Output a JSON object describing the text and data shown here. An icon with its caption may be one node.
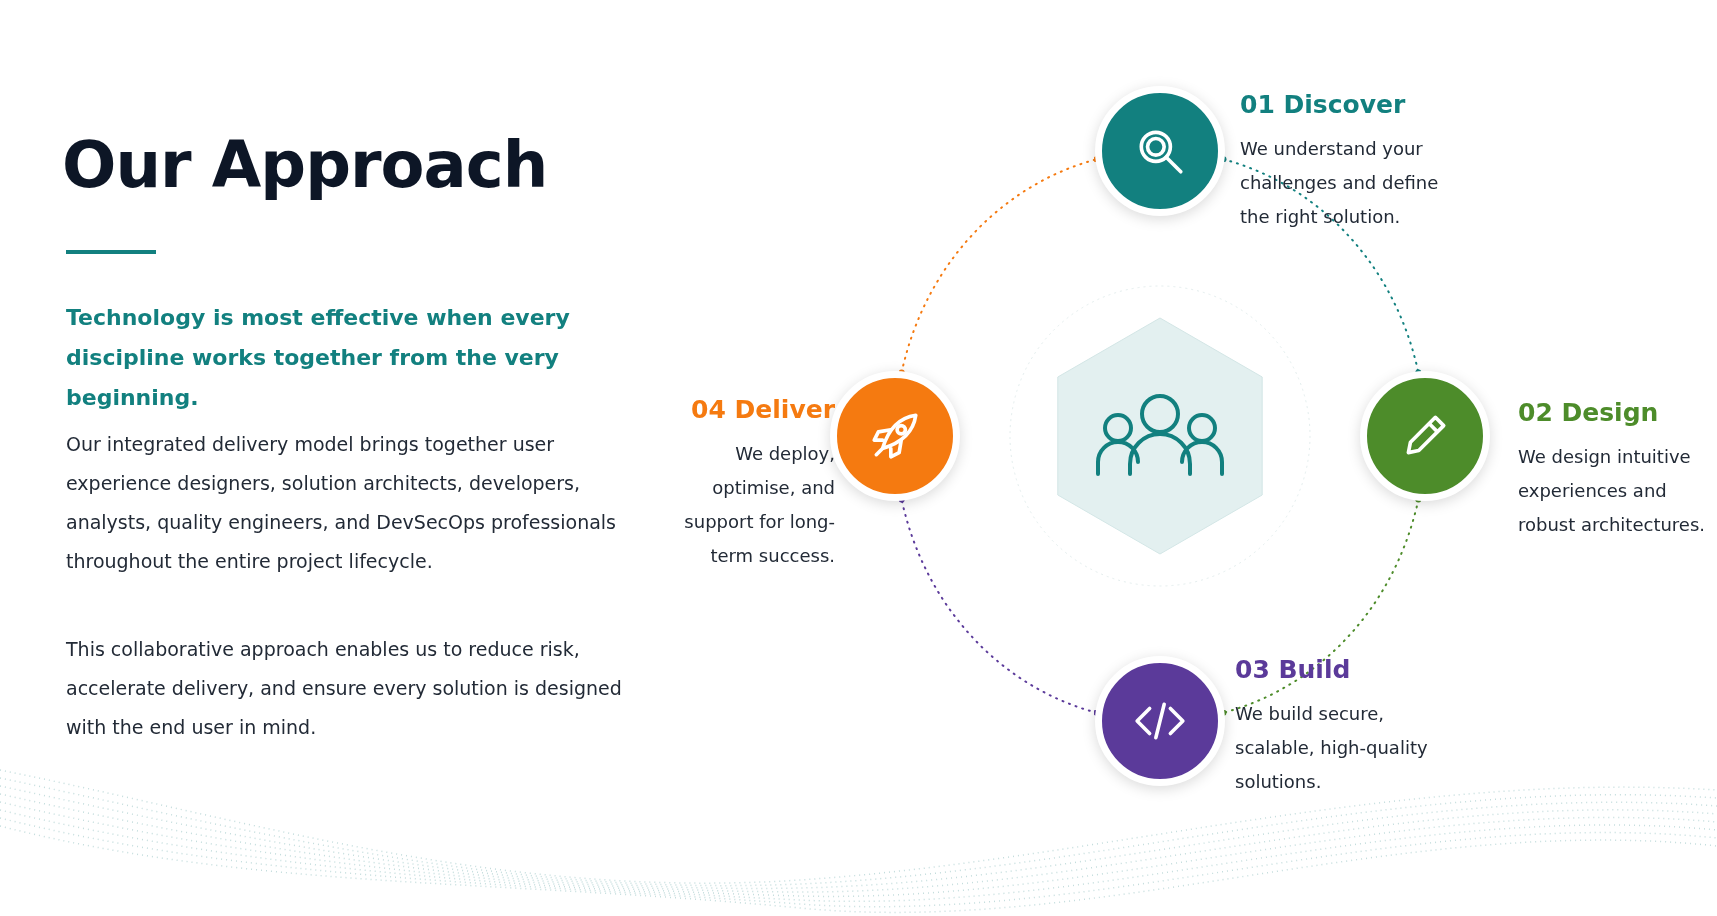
{
  "diagram": {
    "title": "Our Approach",
    "nodes": [
      {
        "text": [],
        "shape": "circle",
        "beside": [
          "01 Discover",
          "We understand your challenges and define the right solution."
        ]
      },
      {
        "text": [],
        "shape": "circle",
        "beside": [
          "02 Design",
          "We design intuitive experiences and robust architectures."
        ]
      },
      {
        "text": [],
        "shape": "circle",
        "beside": [
          "03 Build",
          "We build secure, scalable, high-quality solutions."
        ]
      },
      {
        "text": [],
        "shape": "circle",
        "beside": [
          "04 Deliver",
          "We deploy, optimise, and support for long-term success."
        ]
      }
    ],
    "edges": [
      {
        "from": 0,
        "to": 1,
        "arrow": "other",
        "style": "dashed",
        "color": "#12807f"
      },
      {
        "from": 1,
        "to": 2,
        "arrow": "other",
        "style": "dashed",
        "color": "#4d8c2a"
      },
      {
        "from": 2,
        "to": 3,
        "arrow": "other",
        "style": "dashed",
        "color": "#5b3a9a"
      },
      {
        "from": 3,
        "to": 0,
        "arrow": "other",
        "style": "dashed",
        "color": "#f57a10"
      }
    ],
    "labels": [
      "Technology is most effective when every discipline works together from the very beginning.",
      "Our integrated delivery model brings together user experience designers, solution architects, developers, analysts, quality engineers, and DevSecOps professionals throughout the entire project lifecycle.",
      "This collaborative approach enables us to reduce risk, accelerate delivery, and ensure every solution is designed with the end user in mind."
    ]
  }
}
